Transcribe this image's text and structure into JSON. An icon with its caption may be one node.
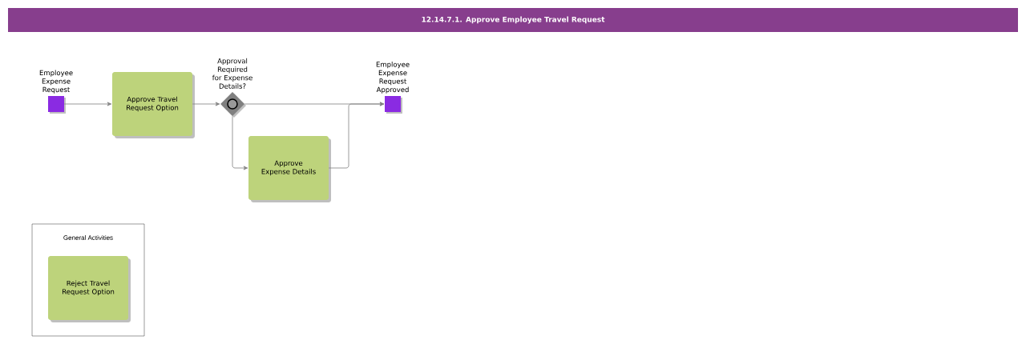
{
  "diagram": {
    "title": "12.14.7.1. Approve Employee Travel Request",
    "nodes": [
      {
        "text": [
          "Employee Expense Request"
        ]
      },
      {
        "text": [
          "Approve Travel Request Option"
        ]
      },
      {
        "text": [
          "Approval Required for Expense Details?"
        ]
      },
      {
        "text": [
          "Approve Expense Details"
        ]
      },
      {
        "text": [
          "Employee Expense Request Approved"
        ]
      },
      {
        "text": [
          "General Activities"
        ]
      },
      {
        "text": [
          "Reject Travel Request Option"
        ],
        "in": 5
      }
    ],
    "edges": [
      {
        "from": 0,
        "to": 1,
        "arrow": "to"
      },
      {
        "from": 1,
        "to": 2,
        "arrow": "to"
      },
      {
        "from": 2,
        "to": 4,
        "arrow": "to"
      },
      {
        "from": 2,
        "to": 3,
        "arrow": "to"
      },
      {
        "from": 3,
        "to": 4,
        "arrow": "to"
      }
    ]
  }
}
